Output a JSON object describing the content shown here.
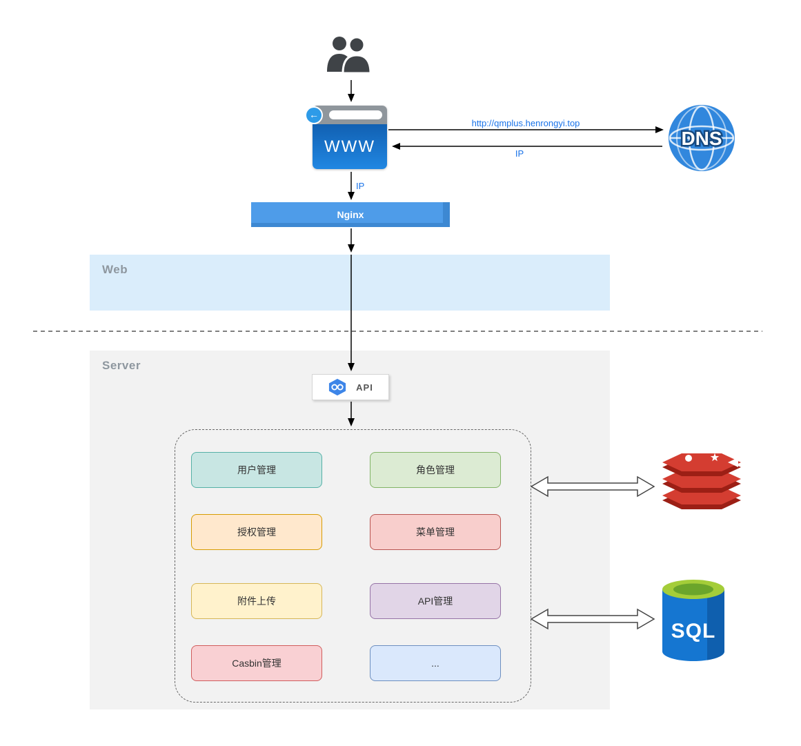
{
  "colors": {
    "label_blue": "#1a73e8",
    "browser_blue": "#1878d2",
    "nginx_fill": "#4e9ce9",
    "web_band_fill": "#daedfb",
    "server_band_fill": "#f2f2f2",
    "dns_blue": "#3187dd",
    "redis_red": "#d43d31",
    "sql_body_blue": "#1576d1",
    "sql_top_green": "#a4cd39"
  },
  "icons": {
    "back_arrow": "←"
  },
  "flow": {
    "browser_label": "WWW",
    "dns_label": "DNS",
    "dns_request_label": "http://qmplus.henrongyi.top",
    "dns_response_label": "IP",
    "nginx_ip_label": "IP",
    "nginx_label": "Nginx",
    "web_band_label": "Web",
    "server_band_label": "Server",
    "api_label": "API"
  },
  "modules": {
    "items": [
      {
        "label": "用户管理",
        "fill": "#c8e6e3",
        "border": "#55b0a6"
      },
      {
        "label": "角色管理",
        "fill": "#dcebd3",
        "border": "#82b366"
      },
      {
        "label": "授权管理",
        "fill": "#ffe8cd",
        "border": "#d79b00"
      },
      {
        "label": "菜单管理",
        "fill": "#f8cecc",
        "border": "#b85450"
      },
      {
        "label": "附件上传",
        "fill": "#fff2cc",
        "border": "#d6b656"
      },
      {
        "label": "API管理",
        "fill": "#e1d5e7",
        "border": "#9673a6"
      },
      {
        "label": "Casbin管理",
        "fill": "#f9d0d3",
        "border": "#d05c5c"
      },
      {
        "label": "...",
        "fill": "#dae8fc",
        "border": "#6c8ebf"
      }
    ]
  },
  "datastores": {
    "sql_label": "SQL"
  }
}
